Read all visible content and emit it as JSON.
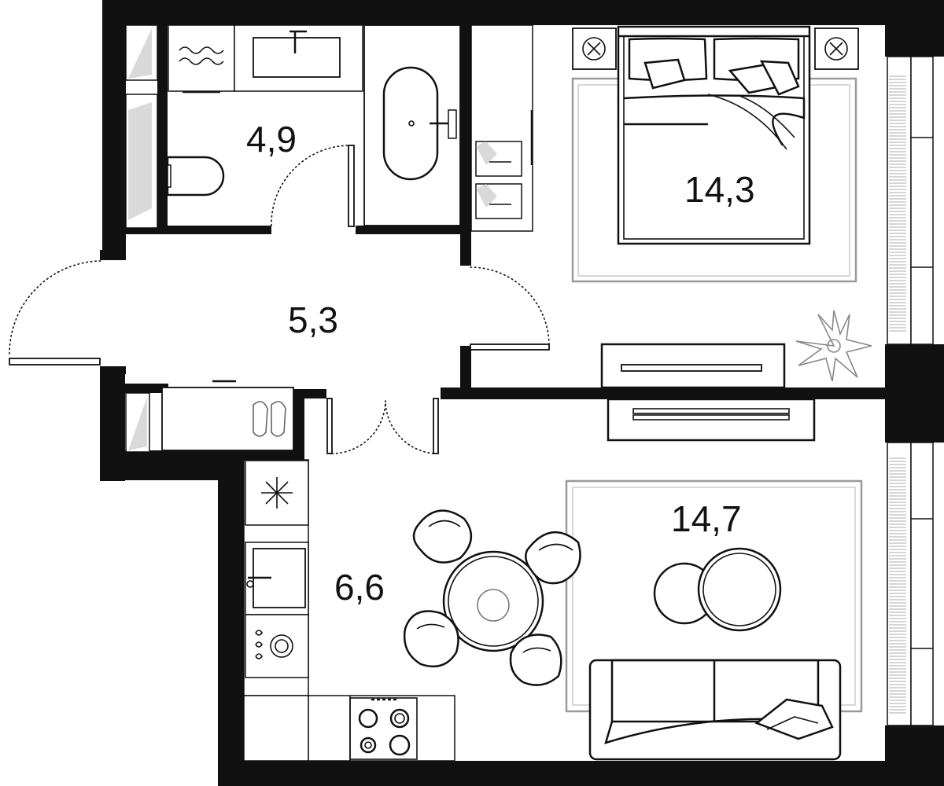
{
  "rooms": [
    {
      "id": "bathroom",
      "area": "4,9"
    },
    {
      "id": "hallway",
      "area": "5,3"
    },
    {
      "id": "bedroom",
      "area": "14,3"
    },
    {
      "id": "kitchen",
      "area": "6,6"
    },
    {
      "id": "living",
      "area": "14,7"
    }
  ],
  "icons": [
    "window",
    "door",
    "bathtub",
    "sink",
    "toilet",
    "washing-machine",
    "towel",
    "bed",
    "pillow",
    "nightstand",
    "rug",
    "plant",
    "tv-stand",
    "shoes",
    "fridge-snowflake",
    "kitchen-sink",
    "oven",
    "cooktop",
    "dining-table",
    "chair",
    "coffee-table",
    "sofa"
  ],
  "colors": {
    "wall": "#111111",
    "furniture": "#111111",
    "rug": "#9a9a9a",
    "background": "#ffffff"
  }
}
